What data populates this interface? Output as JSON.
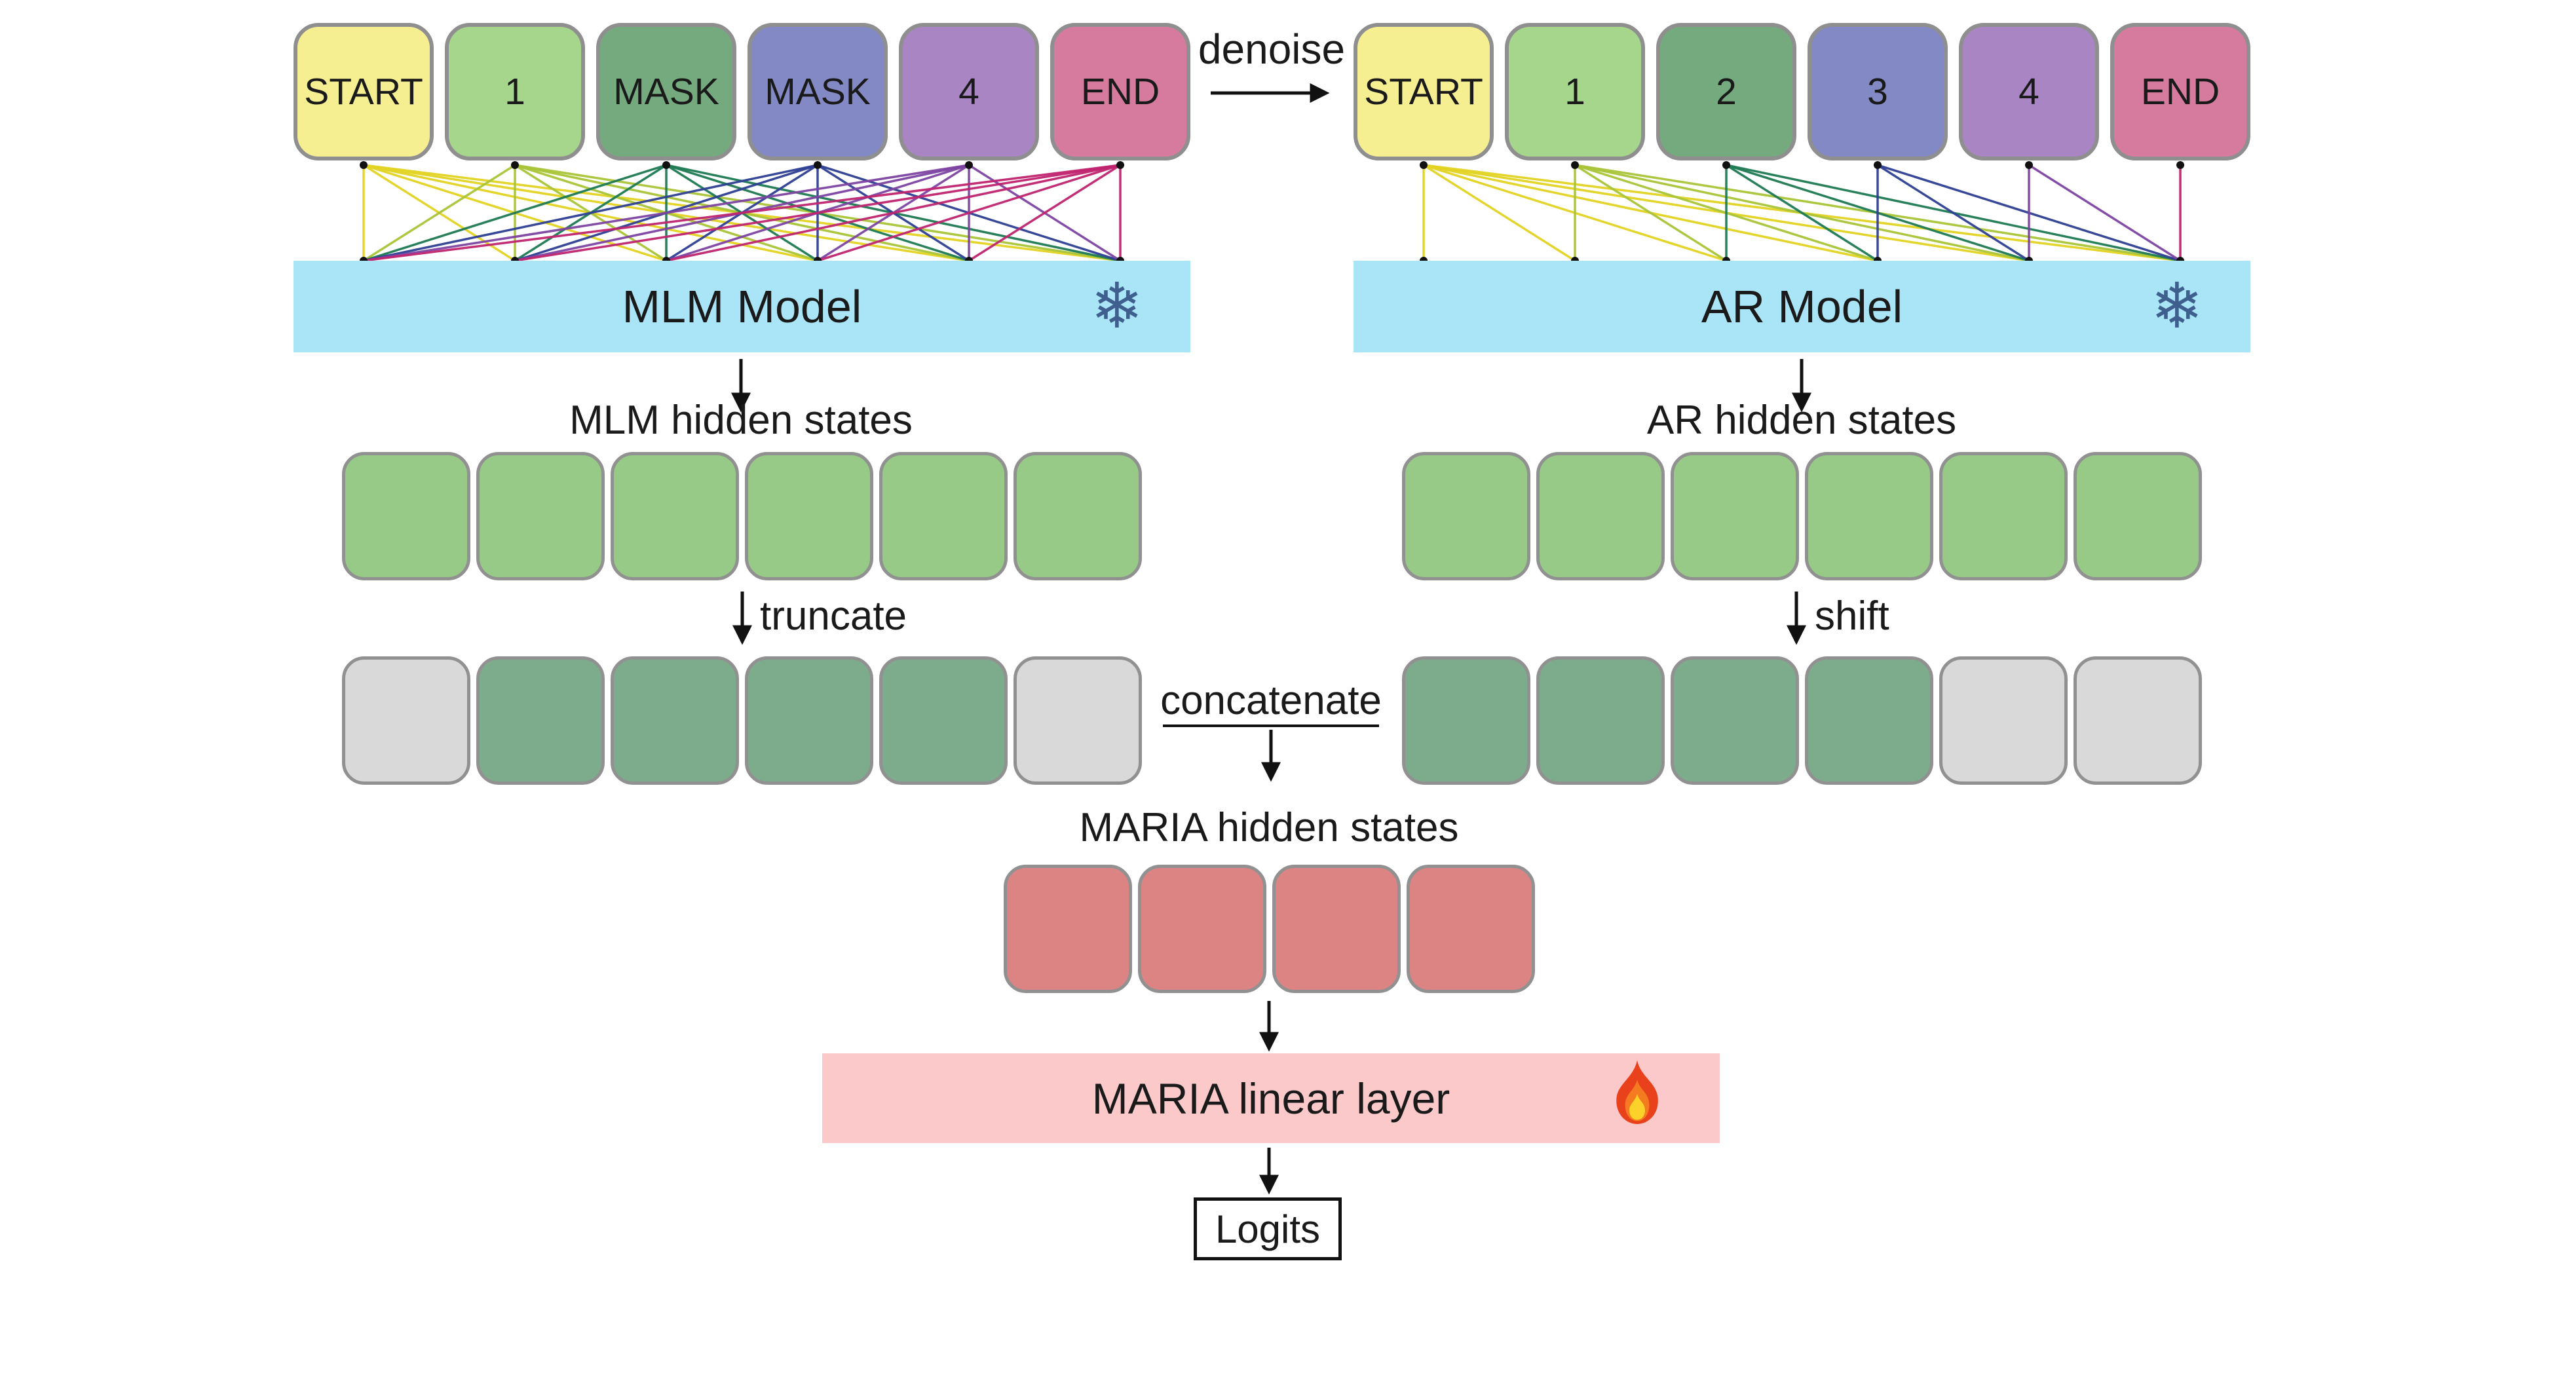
{
  "diagram": {
    "denoise_label": "denoise",
    "frozen_icon": "❄",
    "icons": {
      "frozen": "snowflake-icon",
      "trainable": "fire-icon"
    },
    "left_sequence": {
      "tokens": [
        {
          "label": "START",
          "fill": "#f6ef92",
          "line_color": "#e3d322"
        },
        {
          "label": "1",
          "fill": "#a5d68b",
          "line_color": "#a9c437"
        },
        {
          "label": "MASK",
          "fill": "#74aa7e",
          "line_color": "#1e7a52"
        },
        {
          "label": "MASK",
          "fill": "#8289c4",
          "line_color": "#2e3f93"
        },
        {
          "label": "4",
          "fill": "#a985c3",
          "line_color": "#7d43a2"
        },
        {
          "label": "END",
          "fill": "#d77b9e",
          "line_color": "#c0246f"
        }
      ]
    },
    "right_sequence": {
      "tokens": [
        {
          "label": "START",
          "fill": "#f6ef92",
          "line_color": "#e3d322"
        },
        {
          "label": "1",
          "fill": "#a5d68b",
          "line_color": "#a9c437"
        },
        {
          "label": "2",
          "fill": "#74aa7e",
          "line_color": "#1e7a52"
        },
        {
          "label": "3",
          "fill": "#8289c4",
          "line_color": "#2e3f93"
        },
        {
          "label": "4",
          "fill": "#a985c3",
          "line_color": "#7d43a2"
        },
        {
          "label": "END",
          "fill": "#d77b9e",
          "line_color": "#c0246f"
        }
      ]
    },
    "mlm_model_label": "MLM Model",
    "ar_model_label": "AR Model",
    "mlm_hidden_label": "MLM hidden states",
    "ar_hidden_label": "AR hidden states",
    "truncate_label": "truncate",
    "shift_label": "shift",
    "concatenate_label": "concatenate",
    "maria_hidden_label": "MARIA hidden states",
    "maria_linear_label": "MARIA linear layer",
    "logits_label": "Logits",
    "colors": {
      "hidden_green": "#97ca86",
      "kept_green": "#7dac8c",
      "dropped_gray": "#d9d9d9",
      "maria_red": "#dc8383",
      "model_bar_blue": "#a9e5f6",
      "linear_bar_pink": "#fcc9ca",
      "square_border": "#919191",
      "arrow_black": "#111111"
    },
    "rows": {
      "mlm_hidden": [
        "green",
        "green",
        "green",
        "green",
        "green",
        "green"
      ],
      "ar_hidden": [
        "green",
        "green",
        "green",
        "green",
        "green",
        "green"
      ],
      "mlm_truncated": [
        "gray",
        "kept",
        "kept",
        "kept",
        "kept",
        "gray"
      ],
      "ar_shifted": [
        "kept",
        "kept",
        "kept",
        "kept",
        "gray",
        "gray"
      ],
      "maria_hidden": [
        "red",
        "red",
        "red",
        "red"
      ]
    }
  }
}
